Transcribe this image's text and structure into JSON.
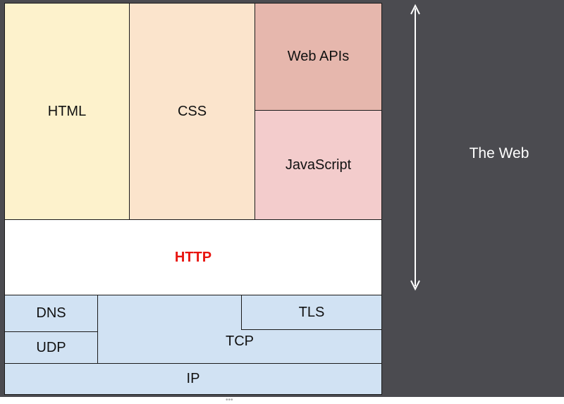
{
  "layers": {
    "html": {
      "label": "HTML",
      "color": "#fdf2cc"
    },
    "css": {
      "label": "CSS",
      "color": "#fbe4cc"
    },
    "web_apis": {
      "label": "Web APIs",
      "color": "#e6b7ad"
    },
    "javascript": {
      "label": "JavaScript",
      "color": "#f3cccc"
    },
    "http": {
      "label": "HTTP",
      "color": "#ffffff",
      "text_color": "#e8140f"
    },
    "dns": {
      "label": "DNS",
      "color": "#d1e2f3"
    },
    "tls": {
      "label": "TLS",
      "color": "#d1e2f3"
    },
    "tcp": {
      "label": "TCP",
      "color": "#d1e2f3"
    },
    "udp": {
      "label": "UDP",
      "color": "#d1e2f3"
    },
    "ip": {
      "label": "IP",
      "color": "#d1e2f3"
    }
  },
  "web_range": {
    "label": "The Web",
    "arrow_color": "#ffffff",
    "background": "#4b4b50"
  }
}
